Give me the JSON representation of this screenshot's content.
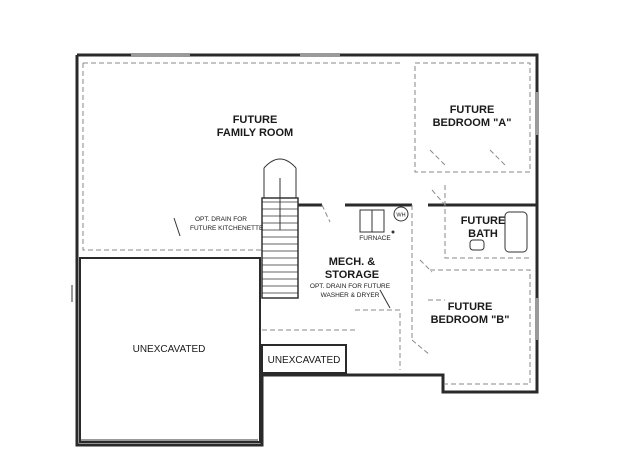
{
  "rooms": {
    "family_room": [
      "FUTURE",
      "FAMILY ROOM"
    ],
    "bedroom_a": [
      "FUTURE",
      "BEDROOM \"A\""
    ],
    "bath": [
      "FUTURE",
      "BATH"
    ],
    "mech_storage": [
      "MECH. &",
      "STORAGE"
    ],
    "bedroom_b": [
      "FUTURE",
      "BEDROOM \"B\""
    ],
    "unexcavated_large": "UNEXCAVATED",
    "unexcavated_small": "UNEXCAVATED"
  },
  "notes": {
    "kitchenette_drain": [
      "OPT. DRAIN FOR",
      "FUTURE KITCHENETTE"
    ],
    "washer_drain": [
      "OPT. DRAIN FOR FUTURE",
      "WASHER & DRYER"
    ],
    "furnace": "FURNACE",
    "water_heater": "WH"
  }
}
